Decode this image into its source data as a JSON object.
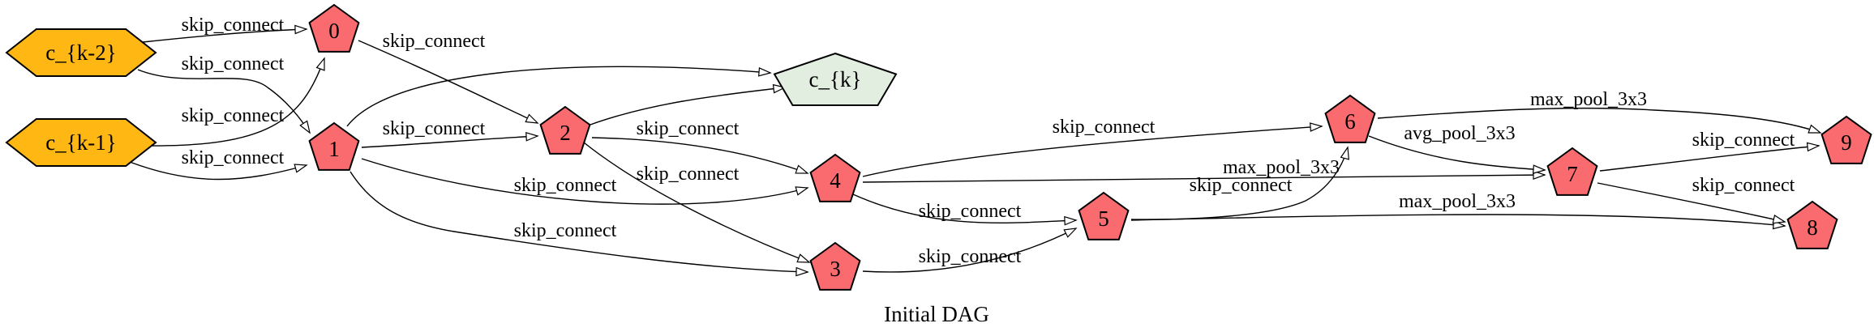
{
  "caption": "Initial DAG",
  "colors": {
    "input_node_fill": "#FFB713",
    "output_node_fill": "#E2EFE0",
    "op_node_fill": "#F96B6E",
    "edge_stroke": "#000000"
  },
  "nodes": [
    {
      "id": "ck2",
      "label": "c_{k-2}",
      "kind": "input"
    },
    {
      "id": "ck1",
      "label": "c_{k-1}",
      "kind": "input"
    },
    {
      "id": "n0",
      "label": "0",
      "kind": "op"
    },
    {
      "id": "n1",
      "label": "1",
      "kind": "op"
    },
    {
      "id": "n2",
      "label": "2",
      "kind": "op"
    },
    {
      "id": "ck",
      "label": "c_{k}",
      "kind": "output"
    },
    {
      "id": "n3",
      "label": "3",
      "kind": "op"
    },
    {
      "id": "n4",
      "label": "4",
      "kind": "op"
    },
    {
      "id": "n5",
      "label": "5",
      "kind": "op"
    },
    {
      "id": "n6",
      "label": "6",
      "kind": "op"
    },
    {
      "id": "n7",
      "label": "7",
      "kind": "op"
    },
    {
      "id": "n8",
      "label": "8",
      "kind": "op"
    },
    {
      "id": "n9",
      "label": "9",
      "kind": "op"
    }
  ],
  "edges": [
    {
      "from": "ck2",
      "to": "n0",
      "label": "skip_connect"
    },
    {
      "from": "ck2",
      "to": "n1",
      "label": "skip_connect"
    },
    {
      "from": "ck1",
      "to": "n0",
      "label": "skip_connect"
    },
    {
      "from": "ck1",
      "to": "n1",
      "label": "skip_connect"
    },
    {
      "from": "n0",
      "to": "n2",
      "label": "skip_connect"
    },
    {
      "from": "n1",
      "to": "ck",
      "label": ""
    },
    {
      "from": "n1",
      "to": "n2",
      "label": "skip_connect"
    },
    {
      "from": "n1",
      "to": "n4",
      "label": "skip_connect"
    },
    {
      "from": "n1",
      "to": "n3",
      "label": "skip_connect"
    },
    {
      "from": "n2",
      "to": "ck",
      "label": ""
    },
    {
      "from": "n2",
      "to": "n4",
      "label": "skip_connect"
    },
    {
      "from": "n2",
      "to": "n3",
      "label": "skip_connect"
    },
    {
      "from": "n4",
      "to": "n6",
      "label": "skip_connect"
    },
    {
      "from": "n4",
      "to": "n7",
      "label": "max_pool_3x3"
    },
    {
      "from": "n4",
      "to": "n5",
      "label": "skip_connect"
    },
    {
      "from": "n3",
      "to": "n5",
      "label": "skip_connect"
    },
    {
      "from": "n5",
      "to": "n6",
      "label": "skip_connect"
    },
    {
      "from": "n5",
      "to": "n8",
      "label": "max_pool_3x3"
    },
    {
      "from": "n6",
      "to": "n9",
      "label": "max_pool_3x3"
    },
    {
      "from": "n6",
      "to": "n7",
      "label": "avg_pool_3x3"
    },
    {
      "from": "n7",
      "to": "n9",
      "label": "skip_connect"
    },
    {
      "from": "n7",
      "to": "n8",
      "label": "skip_connect"
    }
  ]
}
